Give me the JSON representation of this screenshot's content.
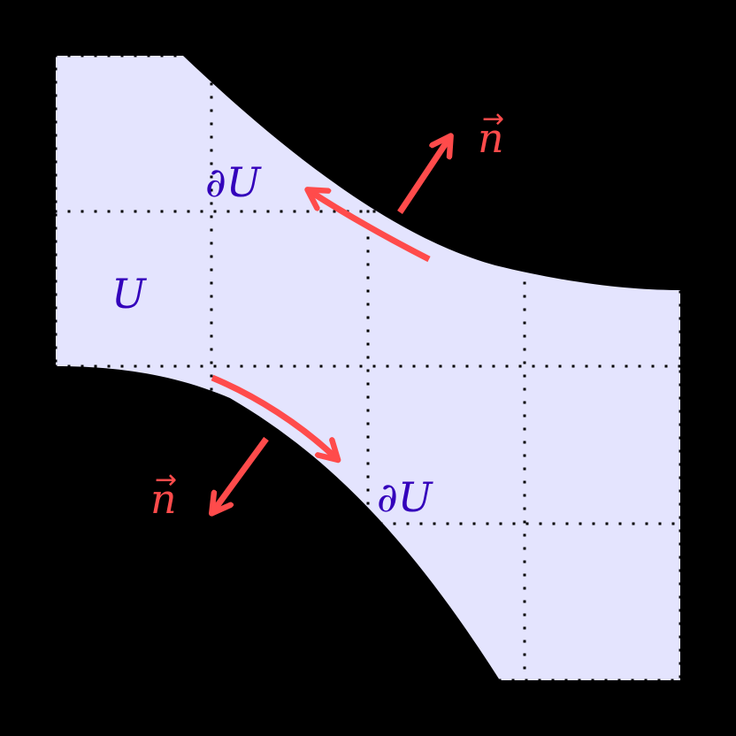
{
  "diagram": {
    "background": "#000000",
    "region_fill": "#E4E4FE",
    "grid_color": "#000000",
    "label_color": "#3300BB",
    "arrow_color": "#FF4B4B",
    "grid": {
      "x": [
        63,
        239,
        416,
        593,
        769
      ],
      "y": [
        63,
        239,
        416,
        592,
        769
      ]
    },
    "labels": {
      "region": "U",
      "boundary_upper": "∂U",
      "boundary_lower": "∂U",
      "normal_upper": "n",
      "normal_lower": "n",
      "vector_arrow": "→"
    }
  }
}
